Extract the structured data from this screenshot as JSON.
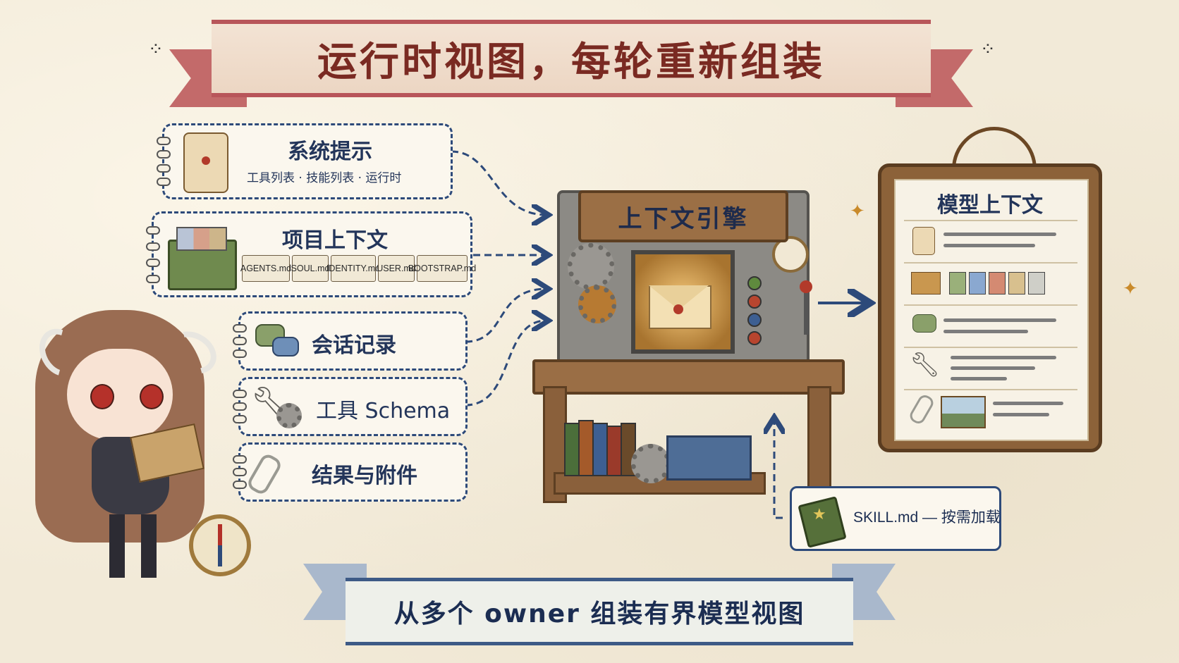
{
  "title": "运行时视图，每轮重新组装",
  "sources": {
    "system_prompt": {
      "title": "系统提示",
      "subtitle": "工具列表 · 技能列表 · 运行时"
    },
    "project_context": {
      "title": "项目上下文",
      "files": [
        "AGENTS.md",
        "SOUL.md",
        "IDENTITY.md",
        "USER.md",
        "BOOTSTRAP.md"
      ]
    },
    "session_log": {
      "title": "会话记录"
    },
    "tool_schema": {
      "title": "工具 Schema"
    },
    "results": {
      "title": "结果与附件"
    }
  },
  "engine": {
    "label": "上下文引擎"
  },
  "model_context": {
    "title": "模型上下文"
  },
  "skill": {
    "label": "SKILL.md — 按需加载"
  },
  "footer": {
    "text": "从多个 owner 组装有界模型视图"
  },
  "colors": {
    "ink_blue": "#23355a",
    "banner_red": "#7a2a22",
    "paper": "#f2ead8",
    "wood": "#9a6e45"
  }
}
